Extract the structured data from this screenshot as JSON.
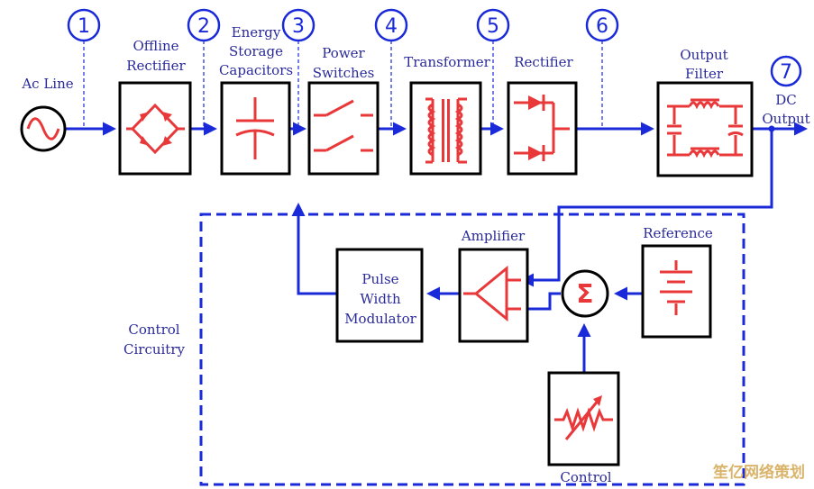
{
  "stages": {
    "ac_line": "Ac Line",
    "offline_rectifier": [
      "Offline",
      "Rectifier"
    ],
    "energy_storage": [
      "Energy",
      "Storage",
      "Capacitors"
    ],
    "power_switches": [
      "Power",
      "Switches"
    ],
    "transformer": "Transformer",
    "rectifier": "Rectifier",
    "output_filter": [
      "Output",
      "Filter"
    ],
    "dc_output": [
      "DC",
      "Output"
    ]
  },
  "markers": [
    "1",
    "2",
    "3",
    "4",
    "5",
    "6",
    "7"
  ],
  "control": {
    "region_label": [
      "Control",
      "Circuitry"
    ],
    "pwm": [
      "Pulse",
      "Width",
      "Modulator"
    ],
    "amplifier": "Amplifier",
    "reference": "Reference",
    "control_input": "Control",
    "summing_symbol": "Σ"
  },
  "watermark": "笙亿网络策划",
  "colors": {
    "wire": "#1a2ad8",
    "component": "#e8383a",
    "label": "#2a2a9a"
  }
}
